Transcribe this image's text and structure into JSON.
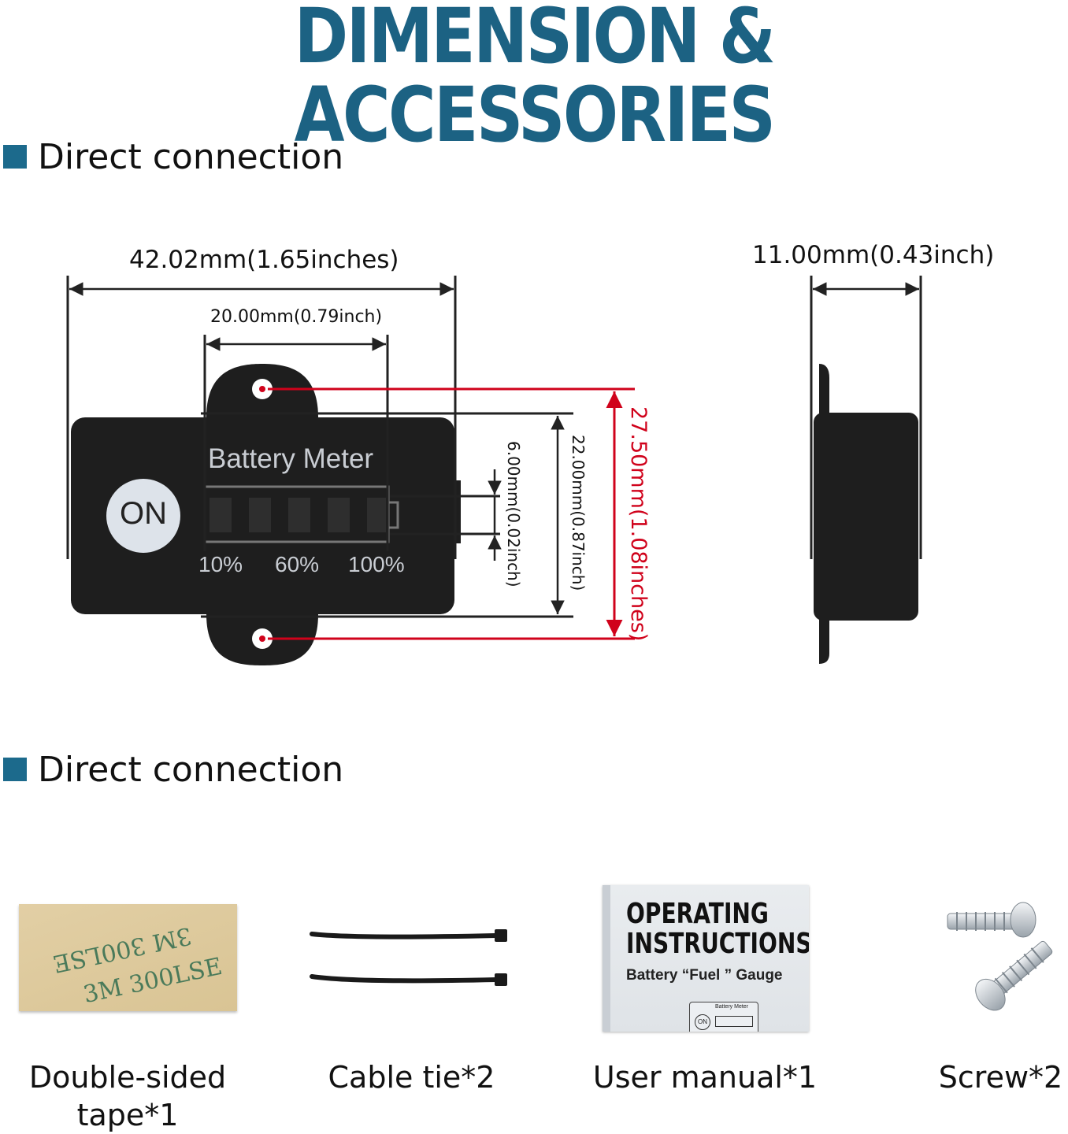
{
  "header": {
    "title": "DIMENSION & ACCESSORIES"
  },
  "sections": [
    {
      "label": "Direct connection"
    },
    {
      "label": "Direct connection"
    }
  ],
  "dimensions": {
    "overall_width": "42.02mm(1.65inches)",
    "display_width": "20.00mm(0.79inch)",
    "depth": "11.00mm(0.43inch)",
    "display_height": "6.00mm(0.02inch)",
    "body_height": "22.00mm(0.87inch)",
    "mount_height": "27.50mm(1.08inches)"
  },
  "device": {
    "name": "Battery Meter",
    "button": "ON",
    "scale": [
      "10%",
      "60%",
      "100%"
    ],
    "segments": 5
  },
  "accessories": [
    {
      "label": "Double-sided tape*1",
      "tape_text": [
        "3M 300LSE",
        "3M 300LSE"
      ]
    },
    {
      "label": "Cable tie*2"
    },
    {
      "label": "User manual*1",
      "manual_title": [
        "OPERATING",
        "INSTRUCTIONS"
      ],
      "manual_sub": "Battery  “Fuel ” Gauge",
      "manual_device": "Battery Meter",
      "manual_button": "ON"
    },
    {
      "label": "Screw*2"
    }
  ],
  "colors": {
    "title": "#1c6283",
    "section_marker": "#1c6a8c",
    "red_dimension": "#d0021b",
    "device_body": "#1e1e1e"
  }
}
